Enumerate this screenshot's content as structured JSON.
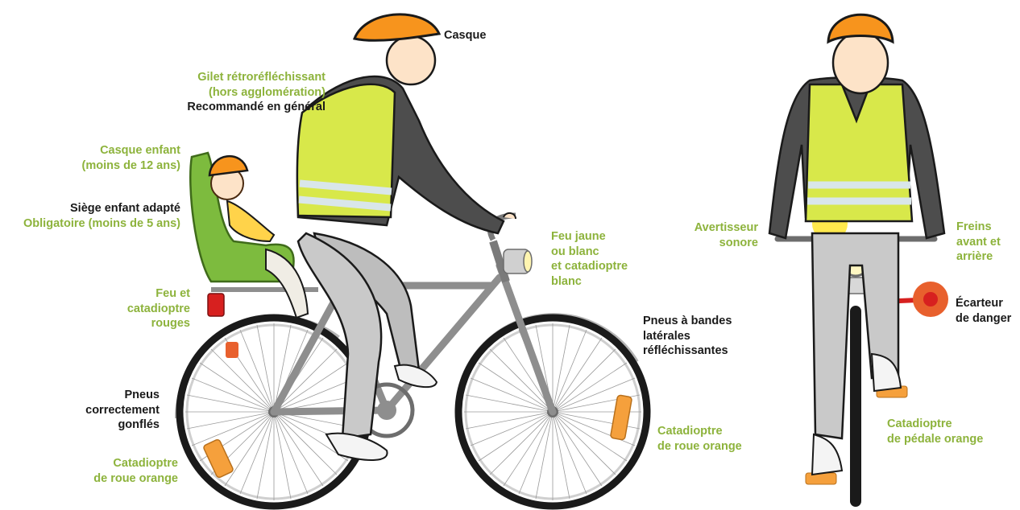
{
  "colors": {
    "accent_green": "#8db33c",
    "text_dark": "#1a1a1a",
    "helmet_orange": "#f7941d",
    "vest_yellow": "#d8e84a",
    "reflector_orange": "#f5a03c",
    "tail_red": "#d7201f",
    "seat_green": "#7dbb3e"
  },
  "labels": {
    "casque": "Casque",
    "gilet_1": "Gilet rétroréfléchissant",
    "gilet_2": "(hors agglomération)",
    "gilet_rec": "Recommandé en général",
    "casque_enfant_1": "Casque enfant",
    "casque_enfant_2": "(moins de 12 ans)",
    "siege_1": "Siège enfant adapté",
    "siege_2": "Obligatoire (moins de 5 ans)",
    "feu_rouge_1": "Feu et",
    "feu_rouge_2": "catadioptre",
    "feu_rouge_3": "rouges",
    "pneus_gonfles_1": "Pneus",
    "pneus_gonfles_2": "correctement",
    "pneus_gonfles_3": "gonflés",
    "cata_roue_arr_1": "Catadioptre",
    "cata_roue_arr_2": "de roue orange",
    "feu_jaune_1": "Feu jaune",
    "feu_jaune_2": "ou blanc",
    "feu_jaune_3": "et catadioptre",
    "feu_jaune_4": "blanc",
    "pneus_bandes_1": "Pneus à bandes",
    "pneus_bandes_2": "latérales",
    "pneus_bandes_3": "réfléchissantes",
    "cata_roue_av_1": "Catadioptre",
    "cata_roue_av_2": "de roue orange",
    "avertisseur_1": "Avertisseur",
    "avertisseur_2": "sonore",
    "freins_1": "Freins",
    "freins_2": "avant et",
    "freins_3": "arrière",
    "ecarteur_1": "Écarteur",
    "ecarteur_2": "de danger",
    "cata_pedale_1": "Catadioptre",
    "cata_pedale_2": "de pédale orange"
  }
}
